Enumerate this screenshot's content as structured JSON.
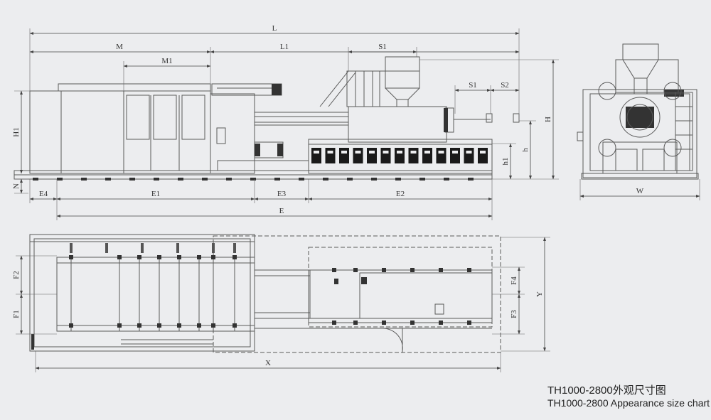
{
  "caption": {
    "title_cn": "TH1000-2800外观尺寸图",
    "title_en": "TH1000-2800 Appearance size chart"
  },
  "dimensions": {
    "L": "L",
    "M": "M",
    "M1": "M1",
    "L1": "L1",
    "S1": "S1",
    "S2": "S2",
    "H": "H",
    "H1": "H1",
    "h": "h",
    "h1": "h1",
    "N": "N",
    "E": "E",
    "E1": "E1",
    "E2": "E2",
    "E3": "E3",
    "E4": "E4",
    "W": "W",
    "X": "X",
    "Y": "Y",
    "F1": "F1",
    "F2": "F2",
    "F3": "F3",
    "F4": "F4"
  },
  "colors": {
    "background": "#ecedef",
    "line": "#5a5a5a",
    "dim": "#444444",
    "dark": "#1a1a1a"
  }
}
